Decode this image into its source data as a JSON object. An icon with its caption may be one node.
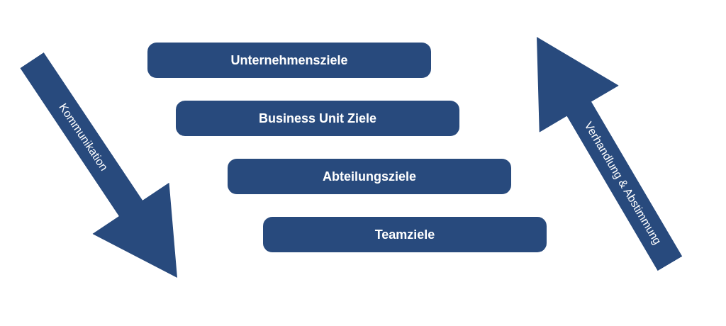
{
  "diagram": {
    "nodes": [
      {
        "text": [
          "Kommunikation"
        ]
      },
      {
        "text": [
          "Unternehmensziele"
        ]
      },
      {
        "text": [
          "Business Unit Ziele"
        ]
      },
      {
        "text": [
          "Abteilungsziele"
        ]
      },
      {
        "text": [
          "Teamziele"
        ]
      },
      {
        "text": [
          "Verhandlung & Abstimmung"
        ]
      }
    ]
  }
}
